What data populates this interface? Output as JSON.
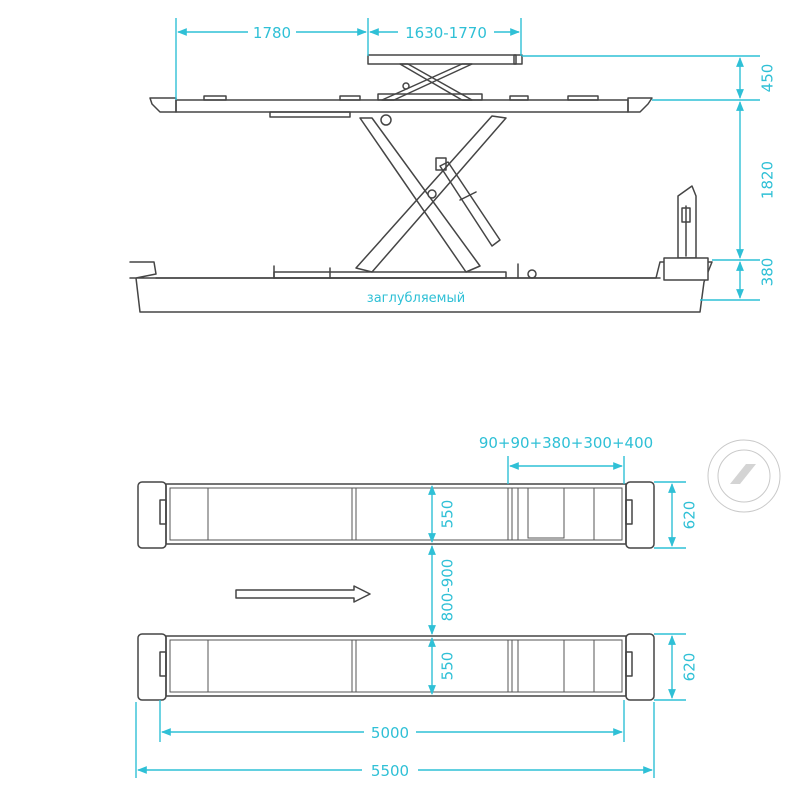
{
  "side_view": {
    "dim_width_platform": "1780",
    "dim_extension": "1630-1770",
    "dim_height_top": "450",
    "dim_height_lift": "1820",
    "dim_height_base": "380",
    "caption": "заглубляемый"
  },
  "top_view": {
    "dim_segments": "90+90+380+300+400",
    "dim_platform_width_upper": "550",
    "dim_gap": "800-900",
    "dim_platform_width_lower": "550",
    "dim_outer_upper": "620",
    "dim_outer_lower": "620",
    "dim_length_inner": "5000",
    "dim_length_total": "5500"
  },
  "colors": {
    "dimension": "#2fc0d6",
    "outline": "#454545"
  }
}
